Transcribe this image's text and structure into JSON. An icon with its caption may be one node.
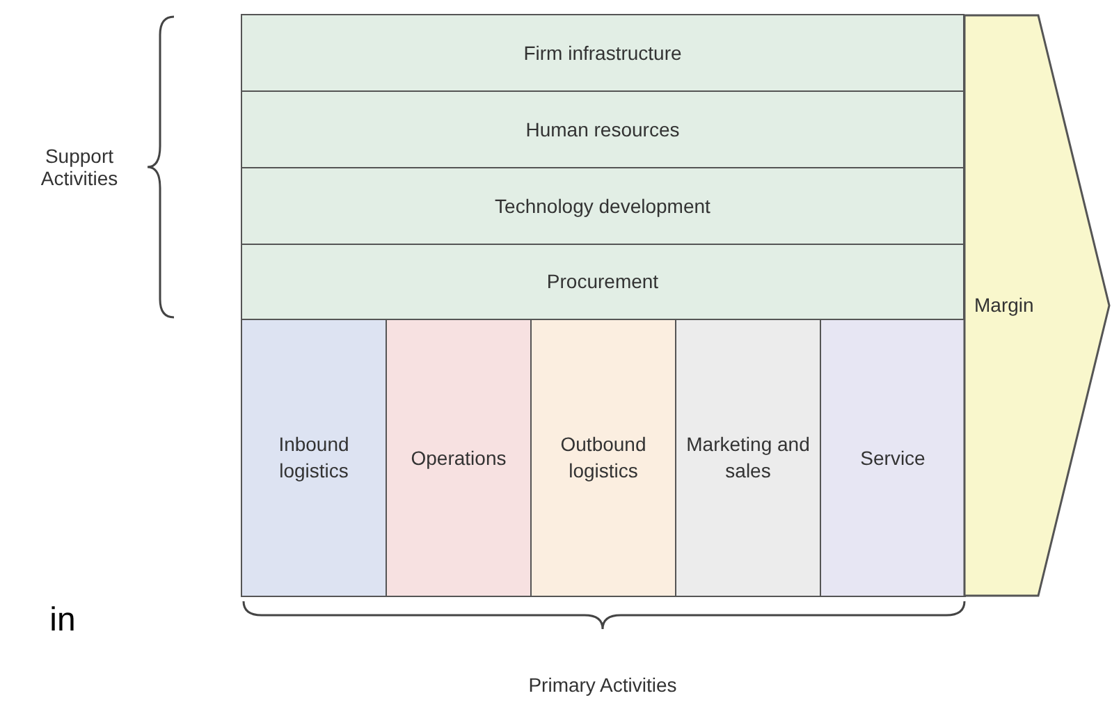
{
  "diagram": {
    "nodes": [
      {
        "text": [
          "Firm infrastructure"
        ]
      },
      {
        "text": [
          "Human resources"
        ]
      },
      {
        "text": [
          "Technology development"
        ]
      },
      {
        "text": [
          "Procurement"
        ]
      },
      {
        "text": [
          "Inbound logistics"
        ]
      },
      {
        "text": [
          "Operations"
        ]
      },
      {
        "text": [
          "Outbound logistics"
        ]
      },
      {
        "text": [
          "Marketing and sales"
        ]
      },
      {
        "text": [
          "Service"
        ]
      },
      {
        "text": [
          "Margin"
        ]
      }
    ],
    "labels": [
      "Support Activities",
      "in",
      "Primary Activities"
    ]
  }
}
